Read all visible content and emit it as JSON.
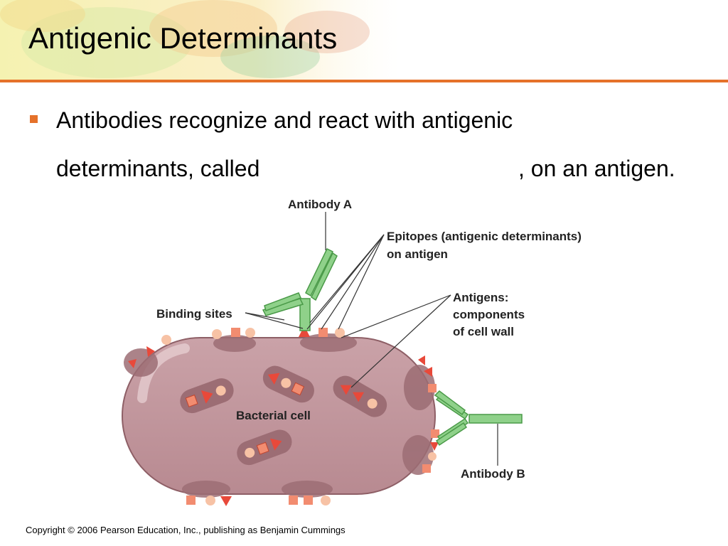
{
  "slide": {
    "title": "Antigenic Determinants",
    "bullet_line1": "Antibodies recognize and react with antigenic",
    "bullet_line2_start": "determinants, called",
    "bullet_line2_end": ", on an antigen.",
    "copyright": "Copyright © 2006 Pearson Education, Inc., publishing as Benjamin Cummings"
  },
  "diagram": {
    "labels": {
      "antibody_a": "Antibody A",
      "epitopes_line1": "Epitopes (antigenic determinants)",
      "epitopes_line2": "on antigen",
      "binding_sites": "Binding sites",
      "antigens_line1": "Antigens:",
      "antigens_line2": "components",
      "antigens_line3": "of cell wall",
      "bacterial_cell": "Bacterial cell",
      "antibody_b": "Antibody B"
    }
  },
  "colors": {
    "accent": "#e5712a",
    "cell_fill": "#c49aa0",
    "antibody": "#8fd18a",
    "epitope": "#e8493a",
    "epitope_light": "#f7a98a"
  }
}
